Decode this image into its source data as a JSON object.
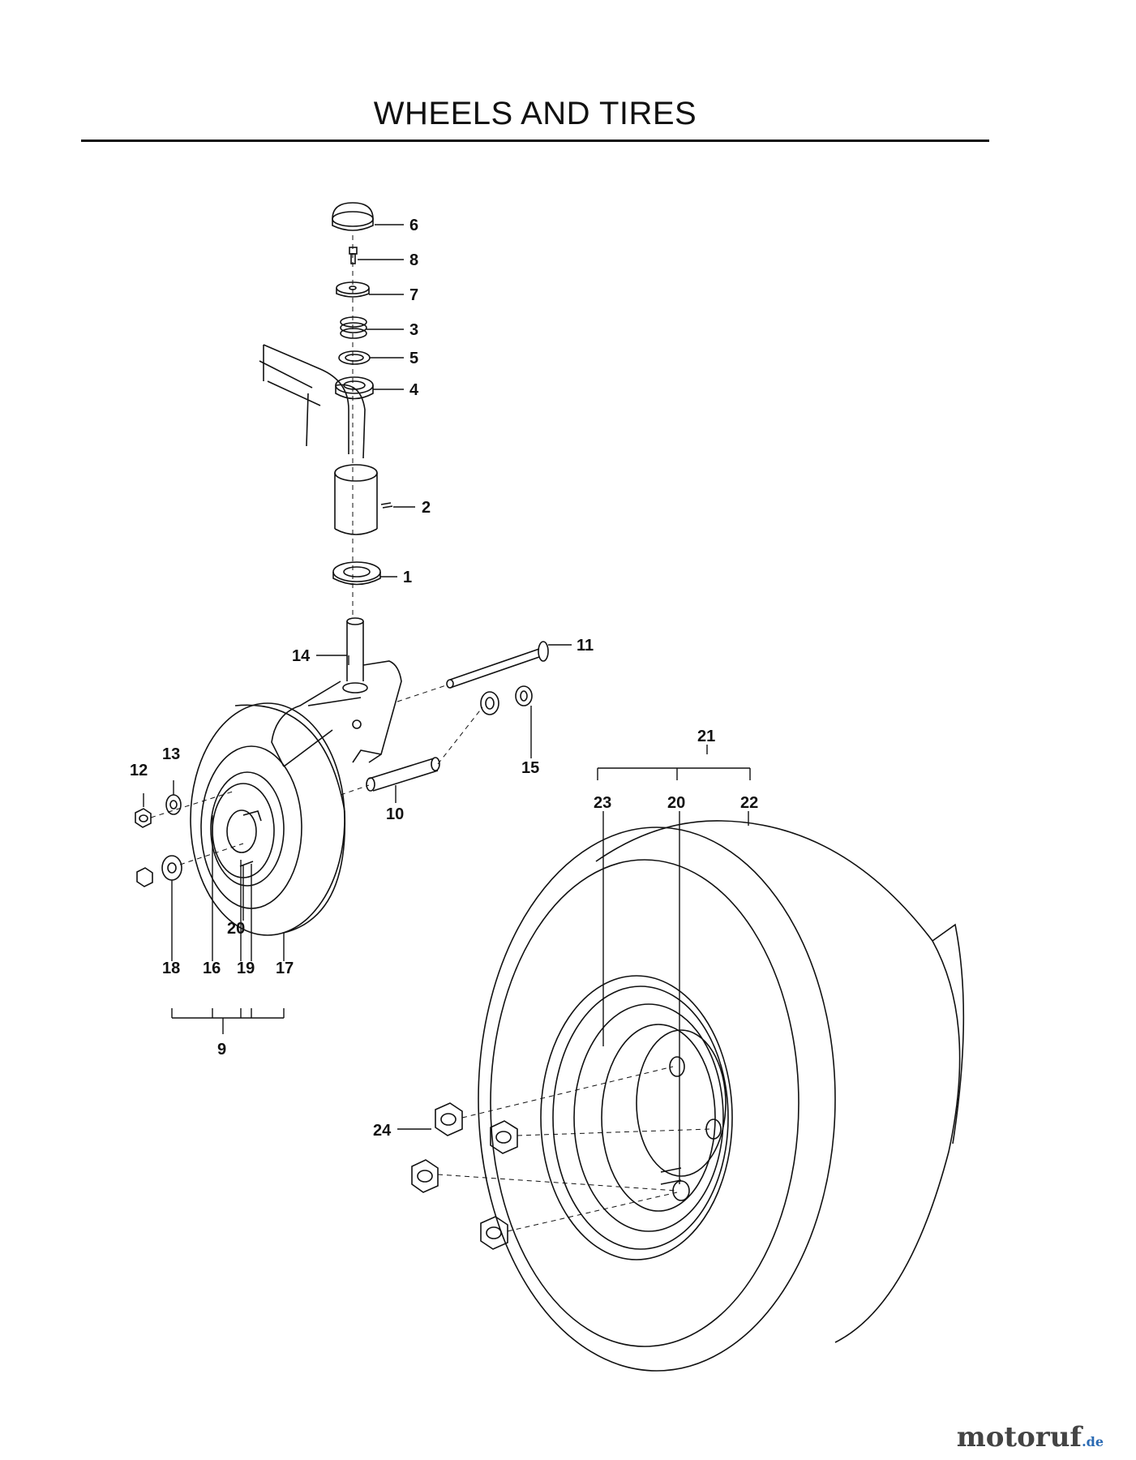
{
  "page": {
    "title": "WHEELS AND TIRES"
  },
  "callouts": {
    "p1": "1",
    "p2": "2",
    "p3": "3",
    "p4": "4",
    "p5": "5",
    "p6": "6",
    "p7": "7",
    "p8": "8",
    "p9": "9",
    "p10": "10",
    "p11": "11",
    "p12": "12",
    "p13": "13",
    "p14": "14",
    "p15": "15",
    "p16": "16",
    "p17": "17",
    "p18": "18",
    "p19": "19",
    "p20a": "20",
    "p20b": "20",
    "p21": "21",
    "p22": "22",
    "p23": "23",
    "p24": "24"
  },
  "watermark": {
    "brand": "motoruf",
    "tld": ".de"
  }
}
